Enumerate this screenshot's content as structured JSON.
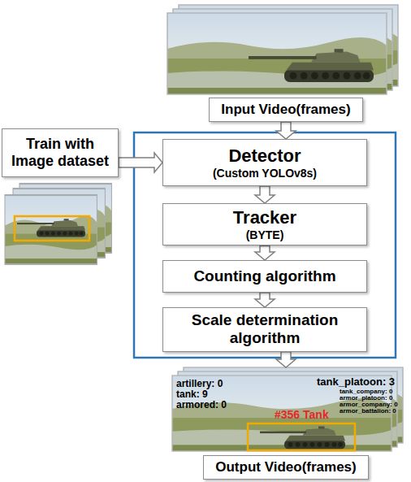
{
  "diagram": {
    "nodes": [
      {
        "text": [
          "Input Video(frames)"
        ]
      },
      {
        "text": [
          "Train with Image dataset"
        ]
      },
      {
        "text": [
          "Detector",
          "(Custom YOLOv8s)"
        ]
      },
      {
        "text": [
          "Tracker",
          "(BYTE)"
        ]
      },
      {
        "text": [
          "Counting algorithm"
        ]
      },
      {
        "text": [
          "Scale determination algorithm"
        ]
      },
      {
        "text": [
          "Output Video(frames)"
        ]
      }
    ],
    "edges": [
      {
        "from": 0,
        "to": 2,
        "arrow": "to"
      },
      {
        "from": 1,
        "to": 2,
        "arrow": "to"
      },
      {
        "from": 2,
        "to": 3,
        "arrow": "to"
      },
      {
        "from": 3,
        "to": 4,
        "arrow": "to"
      },
      {
        "from": 4,
        "to": 5,
        "arrow": "to"
      },
      {
        "from": 5,
        "to": 6,
        "arrow": "to"
      }
    ],
    "labels": [
      "artillery: 0",
      "tank: 9",
      "armored: 0",
      "tank_platoon: 3",
      "tank_company: 0",
      "armor_platoon: 0",
      "armor_company: 0",
      "armor_battalion: 0",
      "#356 Tank"
    ]
  }
}
